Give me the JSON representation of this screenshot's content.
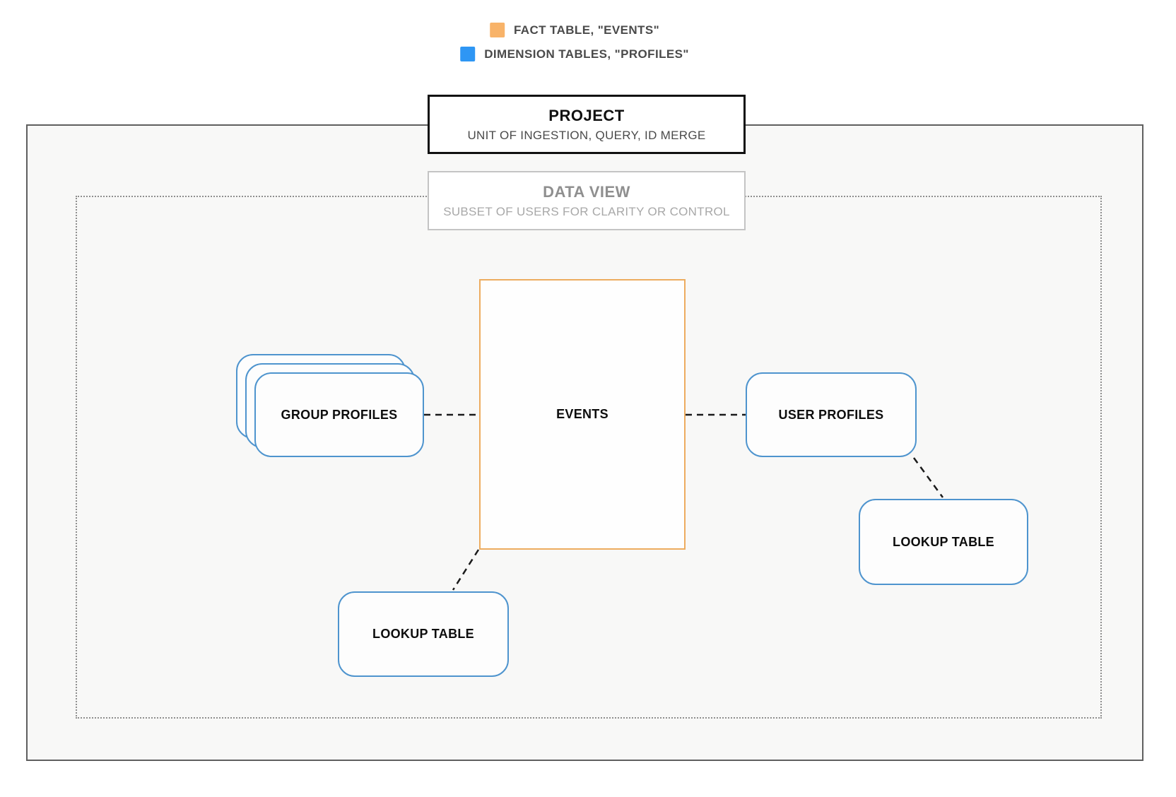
{
  "legend": {
    "items": [
      {
        "name": "fact-table",
        "label": "FACT TABLE, \"EVENTS\"",
        "color": "#F8B369"
      },
      {
        "name": "dimension-tables",
        "label": "DIMENSION TABLES, \"PROFILES\"",
        "color": "#2E96F4"
      }
    ]
  },
  "project": {
    "title": "PROJECT",
    "subtitle": "UNIT OF INGESTION, QUERY, ID MERGE"
  },
  "data_view": {
    "title": "DATA VIEW",
    "subtitle": "SUBSET OF USERS FOR CLARITY OR CONTROL"
  },
  "nodes": {
    "events": {
      "label": "EVENTS"
    },
    "group_profiles": {
      "label": "GROUP PROFILES"
    },
    "user_profiles": {
      "label": "USER PROFILES"
    },
    "lookup_table_bottom": {
      "label": "LOOKUP TABLE"
    },
    "lookup_table_right": {
      "label": "LOOKUP TABLE"
    }
  },
  "colors": {
    "fact_border": "#EDAC5F",
    "dimension_border": "#4E94CE",
    "connector": "#1B1B1B",
    "outer_border": "#5F5F5F",
    "dotted_border": "#8E8E8E"
  }
}
